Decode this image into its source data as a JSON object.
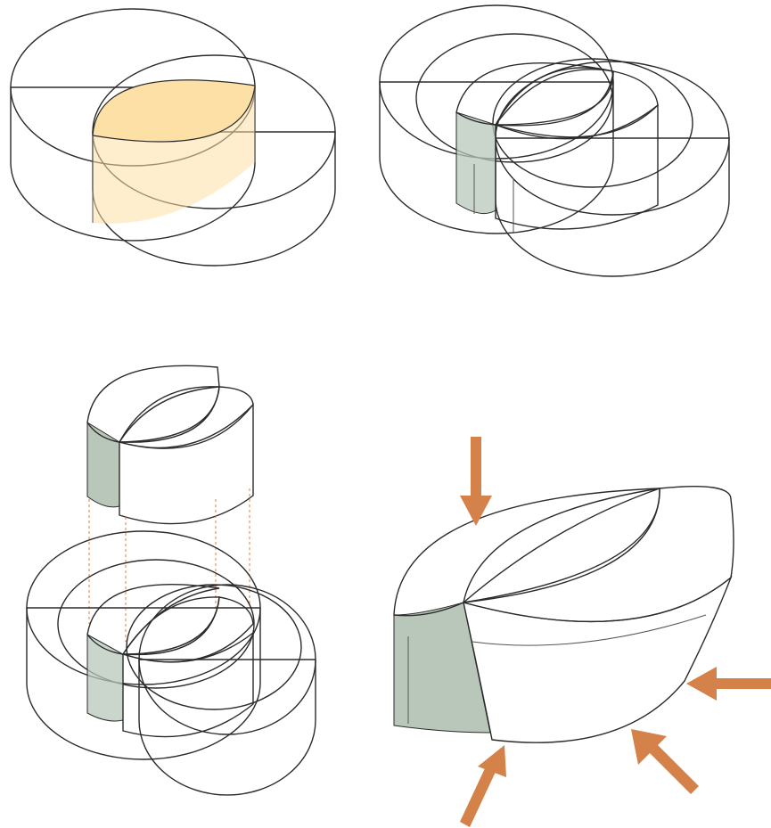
{
  "figure": {
    "panels": [
      {
        "id": "intersecting-cylinders"
      },
      {
        "id": "offset-rings"
      },
      {
        "id": "extracted-core"
      },
      {
        "id": "deformed-form"
      }
    ],
    "colors": {
      "yellow": "#fde0a6",
      "sage": "#b8c7ba",
      "tan": "#e8d6c6",
      "ghost": "#f6f6f1",
      "arrow": "#d4824a",
      "guide": "#d4824a"
    }
  }
}
